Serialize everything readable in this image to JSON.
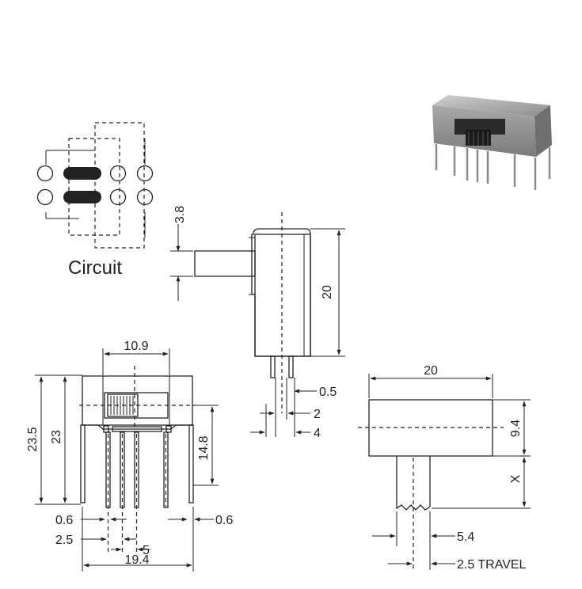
{
  "circuit": {
    "caption": "Circuit"
  },
  "side_view": {
    "dim_actuator": "3.8",
    "dim_height": "20",
    "dim_pin": "0.5",
    "dim_pitch": "2",
    "dim_pin_row": "4"
  },
  "front_view": {
    "dim_top_width": "10.9",
    "dim_total_height": "23.5",
    "dim_body_height": "23",
    "dim_pin_length": "14.8",
    "dim_pin_left": "0.6",
    "dim_pin_right": "0.6",
    "dim_pitch": "2.5",
    "dim_span": "5",
    "dim_width": "19.4"
  },
  "top_view": {
    "dim_length": "20",
    "dim_width": "9.4",
    "dim_knob": "X",
    "dim_knob_width": "5.4",
    "dim_travel": "2.5 TRAVEL"
  },
  "colors": {
    "line": "#222222",
    "background": "#ffffff"
  }
}
